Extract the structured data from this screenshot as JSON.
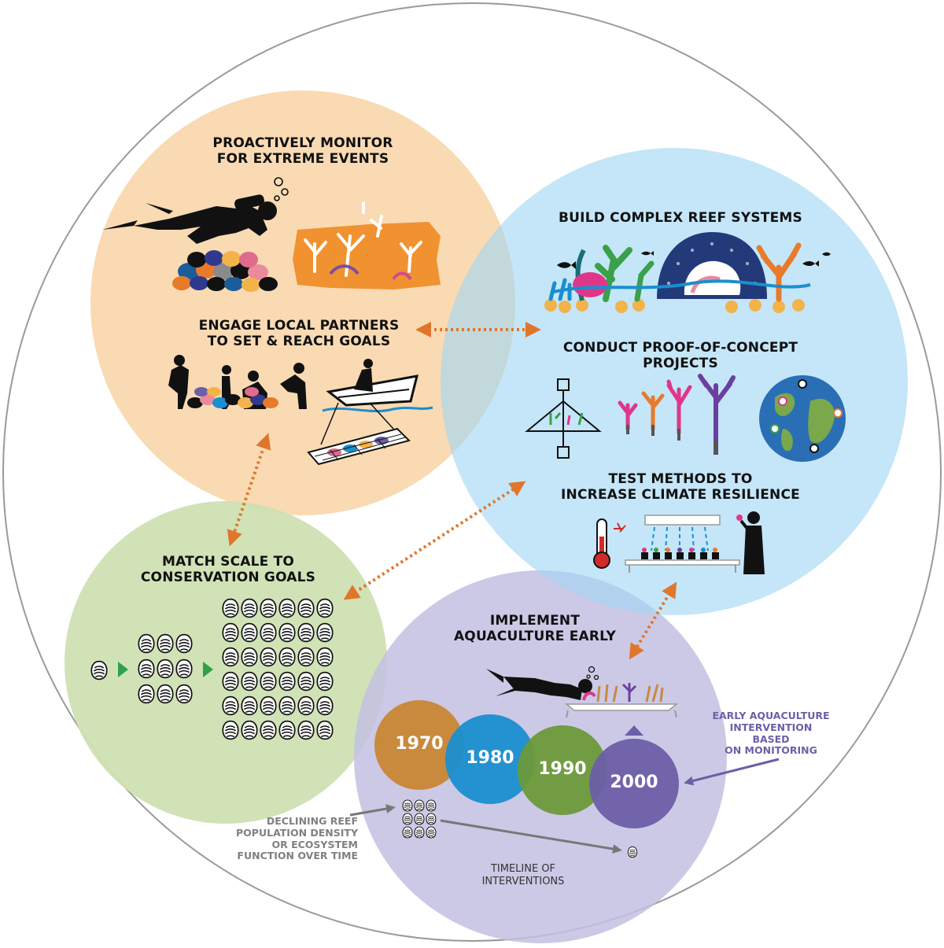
{
  "colors": {
    "outer_ring": "#9a9a9a",
    "monitor_circle": "#f9d7ad",
    "reef_circle": "#b8e2f7",
    "scale_circle": "#cfe0b3",
    "aquaculture_circle": "#c3c0e2",
    "arrow": "#e0762b",
    "green_arrow": "#2ea24a",
    "year_1970": "#c98a3d",
    "year_1980": "#1a8fcf",
    "year_1990": "#6b9a3a",
    "year_2000": "#6b5fa8",
    "note_purple": "#6b5fa8",
    "note_gray": "#808080"
  },
  "labels": {
    "monitor": [
      "PROACTIVELY MONITOR",
      "FOR EXTREME EVENTS"
    ],
    "partners": [
      "ENGAGE LOCAL PARTNERS",
      "TO SET & REACH GOALS"
    ],
    "build": [
      "BUILD COMPLEX REEF SYSTEMS"
    ],
    "proof": [
      "CONDUCT PROOF-OF-CONCEPT",
      "PROJECTS"
    ],
    "test": [
      "TEST METHODS TO",
      "INCREASE CLIMATE RESILIENCE"
    ],
    "scale": [
      "MATCH SCALE TO",
      "CONSERVATION GOALS"
    ],
    "aquaculture": [
      "IMPLEMENT",
      "AQUACULTURE EARLY"
    ]
  },
  "timeline": {
    "years": [
      "1970",
      "1980",
      "1990",
      "2000"
    ],
    "caption": [
      "TIMELINE OF",
      "INTERVENTIONS"
    ]
  },
  "notes": {
    "early": [
      "EARLY AQUACULTURE",
      "INTERVENTION BASED",
      "ON MONITORING"
    ],
    "declining": [
      "DECLINING REEF",
      "POPULATION DENSITY",
      "OR ECOSYSTEM",
      "FUNCTION OVER TIME"
    ]
  },
  "icons": {
    "diver": "scuba-diver-icon",
    "oyster": "oyster-shell-icon",
    "coral": "coral-icon",
    "fish": "fish-icon",
    "globe": "globe-icon",
    "thermometer": "thermometer-icon",
    "scientist": "scientist-icon",
    "boat": "rowboat-icon"
  }
}
